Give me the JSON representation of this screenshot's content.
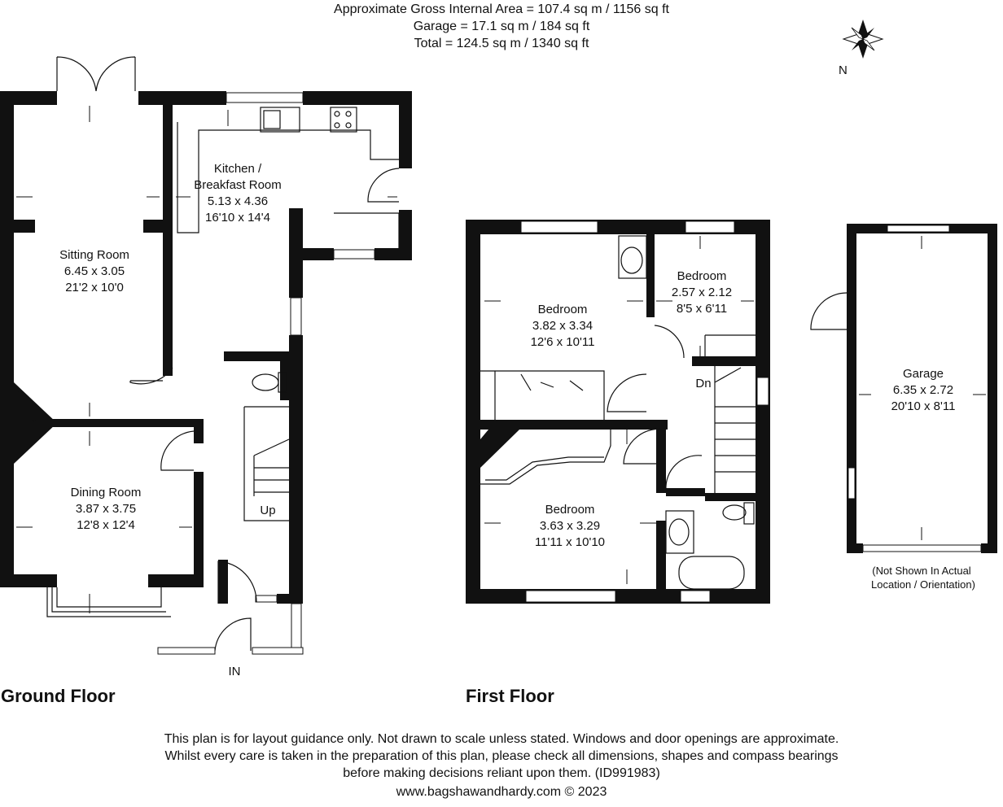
{
  "header": {
    "line1": "Approximate Gross Internal Area = 107.4 sq m / 1156 sq ft",
    "line2": "Garage = 17.1 sq m / 184 sq ft",
    "line3": "Total = 124.5 sq m / 1340 sq ft"
  },
  "compass": {
    "label": "N"
  },
  "ground_floor": {
    "title": "Ground Floor",
    "sitting_room": {
      "name": "Sitting Room",
      "metric": "6.45 x 3.05",
      "imperial": "21'2 x 10'0"
    },
    "kitchen": {
      "name1": "Kitchen /",
      "name2": "Breakfast Room",
      "metric": "5.13 x 4.36",
      "imperial": "16'10 x 14'4"
    },
    "dining_room": {
      "name": "Dining Room",
      "metric": "3.87 x 3.75",
      "imperial": "12'8 x 12'4"
    },
    "stairs_label": "Up",
    "entrance_label": "IN"
  },
  "first_floor": {
    "title": "First Floor",
    "bedroom1": {
      "name": "Bedroom",
      "metric": "3.82 x 3.34",
      "imperial": "12'6 x 10'11"
    },
    "bedroom2": {
      "name": "Bedroom",
      "metric": "2.57 x 2.12",
      "imperial": "8'5 x 6'11"
    },
    "bedroom3": {
      "name": "Bedroom",
      "metric": "3.63 x 3.29",
      "imperial": "11'11 x 10'10"
    },
    "stairs_label": "Dn"
  },
  "garage": {
    "name": "Garage",
    "metric": "6.35 x 2.72",
    "imperial": "20'10 x 8'11",
    "note1": "(Not Shown In Actual",
    "note2": "Location / Orientation)"
  },
  "footer": {
    "line1": "This plan is for layout guidance only. Not drawn to scale unless stated. Windows and door openings are approximate.",
    "line2": "Whilst every care is taken in the preparation of this plan, please check all dimensions, shapes and compass bearings",
    "line3": "before making decisions reliant upon them. (ID991983)",
    "line4": "www.bagshawandhardy.com © 2023"
  }
}
